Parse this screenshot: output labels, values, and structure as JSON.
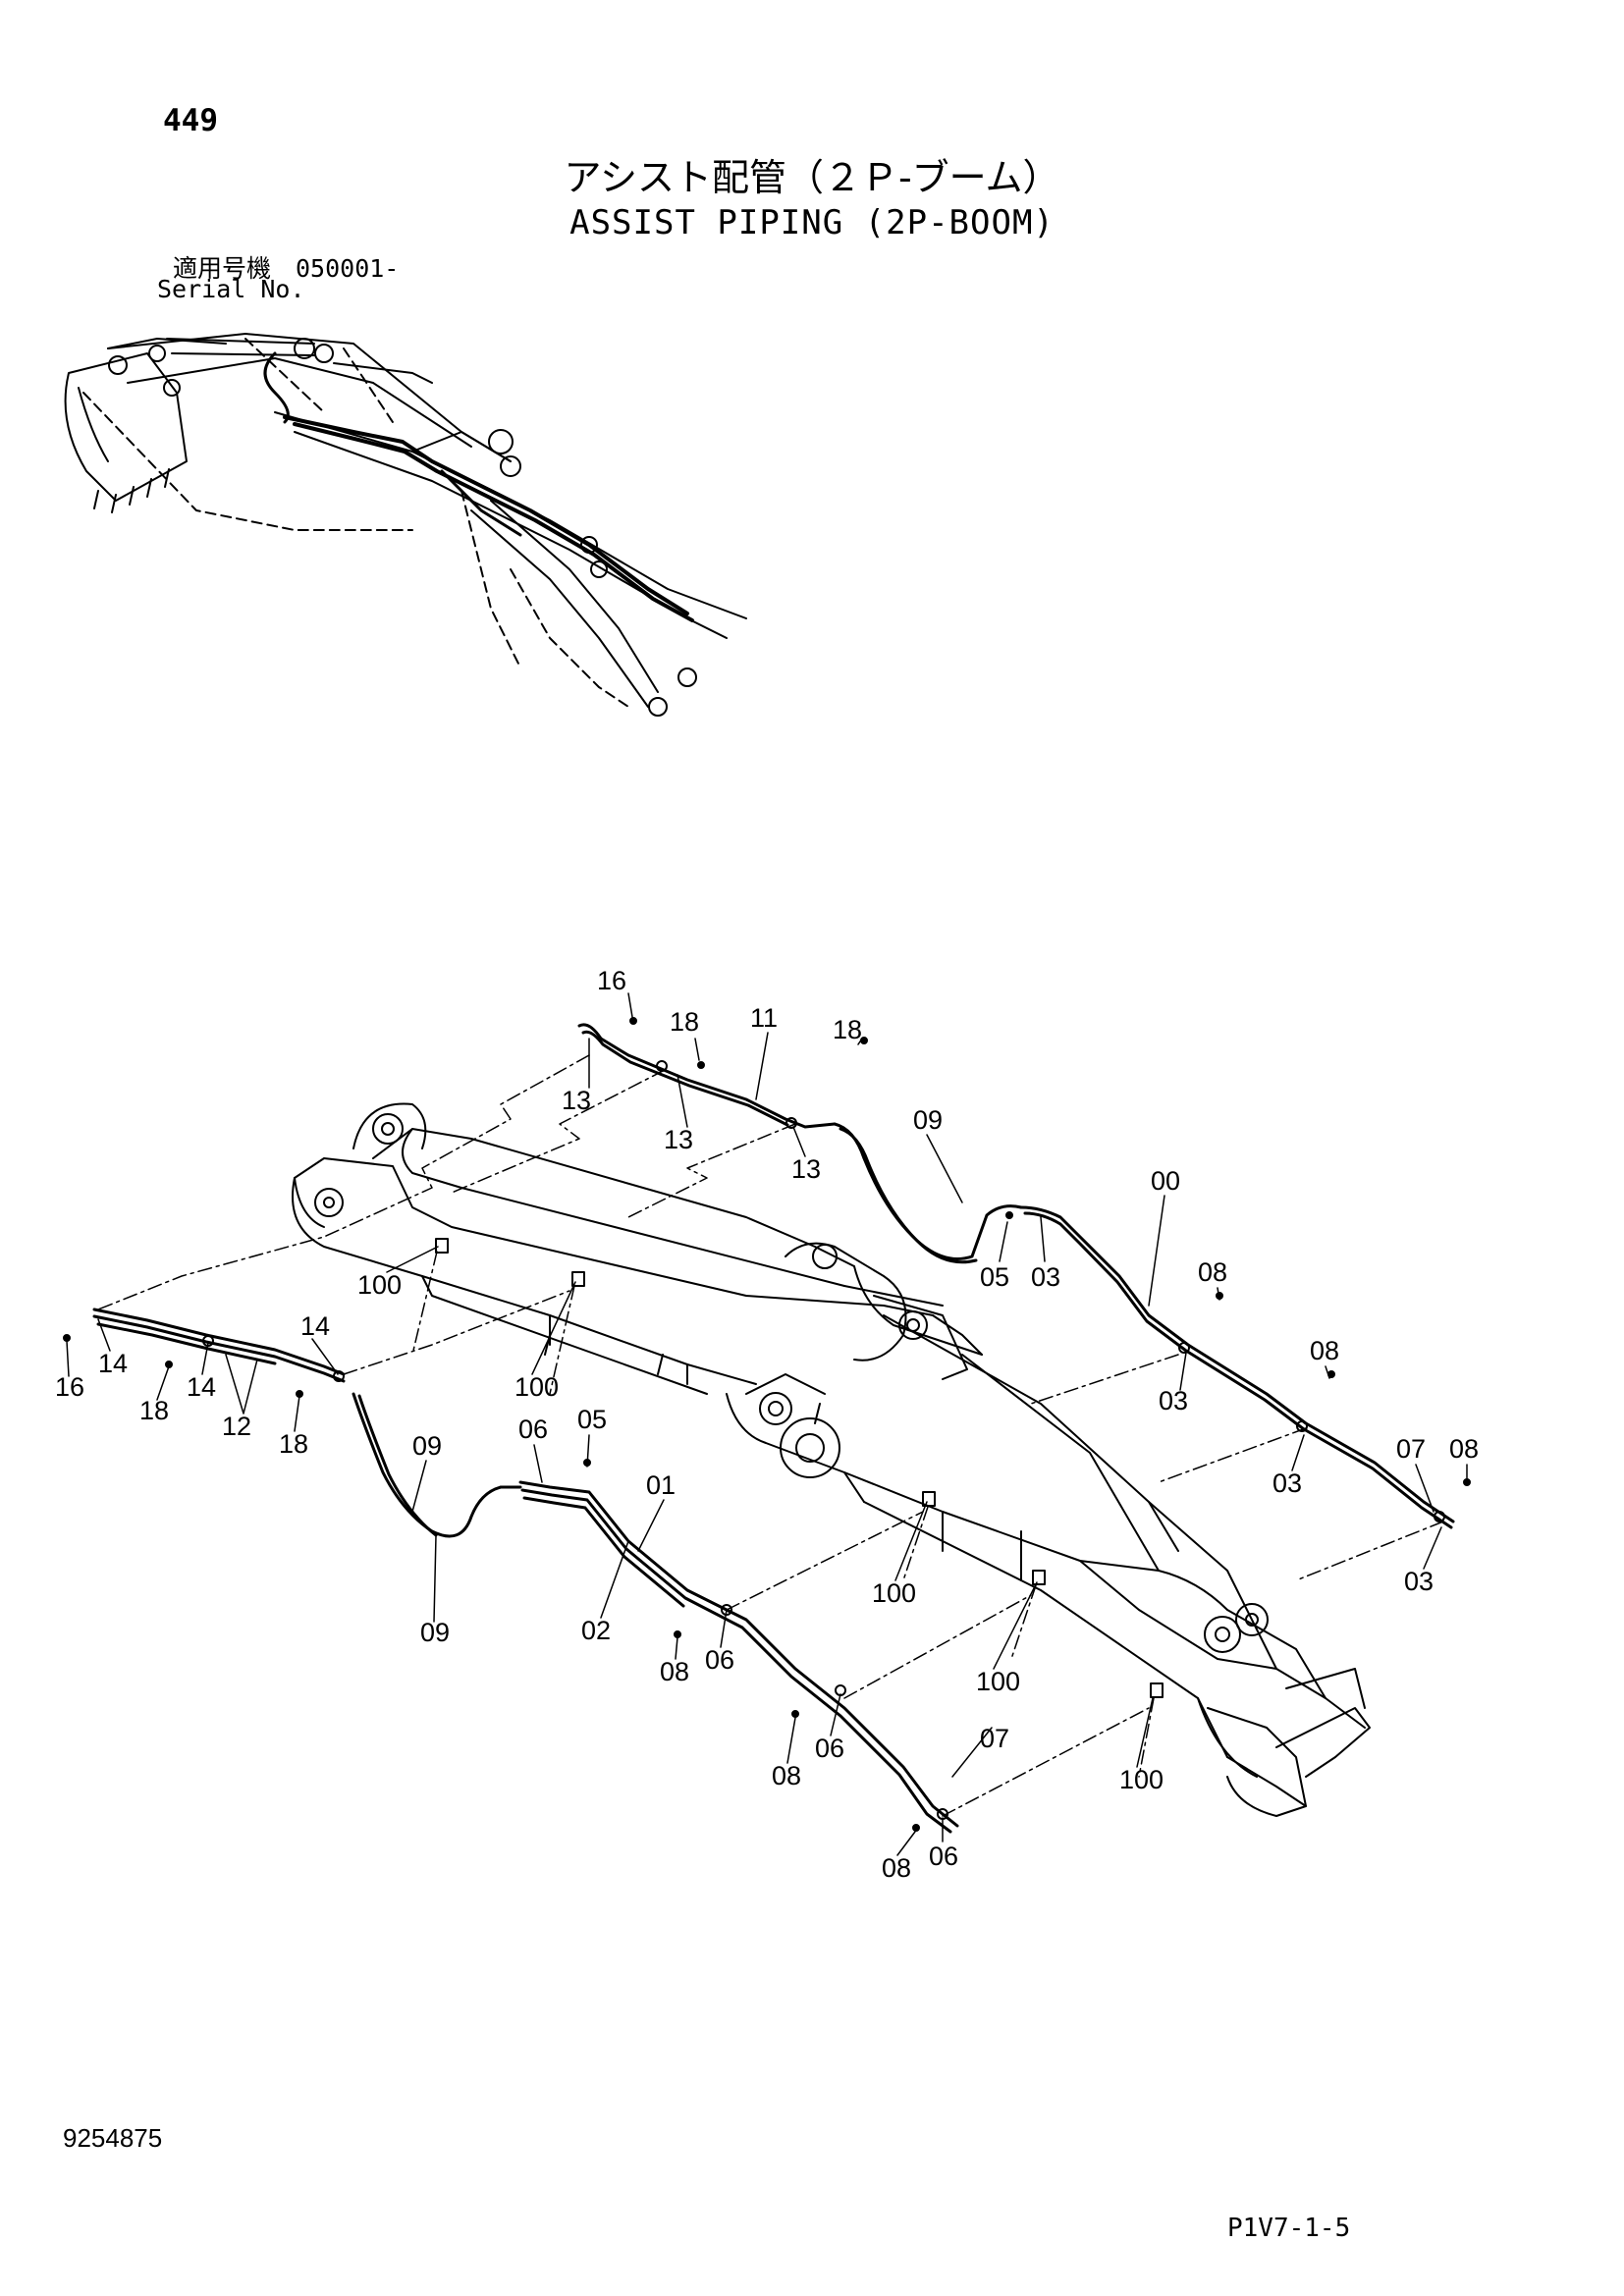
{
  "header": {
    "page_number": "449",
    "title_jp": "アシスト配管（２Ｐ-ブーム）",
    "title_en": "ASSIST PIPING (2P-BOOM)",
    "serial_label_jp": "適用号機　050001-",
    "serial_label_en": "Serial No."
  },
  "footer": {
    "doc_number": "9254875",
    "page_code": "P1V7-1-5"
  },
  "callouts": [
    "16",
    "18",
    "11",
    "18",
    "13",
    "13",
    "13",
    "09",
    "00",
    "05",
    "03",
    "08",
    "08",
    "03",
    "03",
    "07",
    "08",
    "03",
    "100",
    "100",
    "14",
    "14",
    "16",
    "14",
    "18",
    "12",
    "18",
    "09",
    "06",
    "05",
    "01",
    "09",
    "02",
    "08",
    "06",
    "100",
    "100",
    "08",
    "06",
    "07",
    "100",
    "08",
    "06"
  ]
}
